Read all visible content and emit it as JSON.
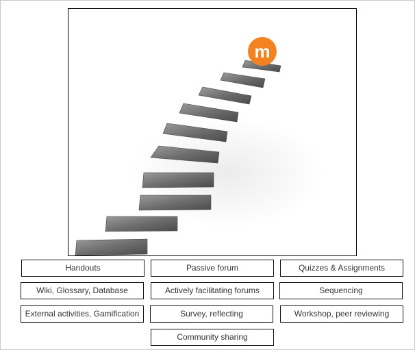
{
  "image": {
    "logo_letter": "m",
    "logo_color": "#f58220",
    "step_count": 10
  },
  "buttons": [
    "Handouts",
    "Passive forum",
    "Quizzes & Assignments",
    "Wiki, Glossary, Database",
    "Actively facilitating forums",
    "Sequencing",
    "External activities, Gamification",
    "Survey, reflecting",
    "Workshop, peer reviewing",
    "Community sharing"
  ]
}
